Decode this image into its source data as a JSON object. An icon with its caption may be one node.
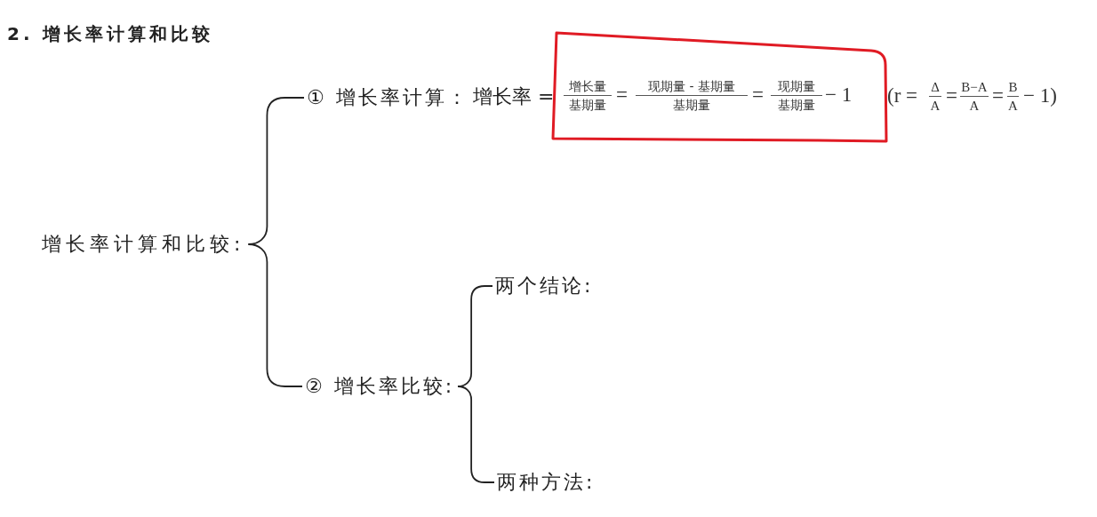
{
  "diagram": {
    "title": "2. 增长率计算和比较",
    "nodes": [
      {
        "text": [
          "增长率计算和比较:"
        ]
      },
      {
        "text": [
          "① 增长率计算："
        ]
      },
      {
        "text": [
          "增长量",
          "基期量",
          "=",
          "现期量 - 基期量",
          "基期量",
          "=",
          "现期量",
          "基期量",
          "− 1"
        ]
      },
      {
        "text": [
          "② 增长率比较:"
        ]
      },
      {
        "text": [
          "两个结论:"
        ]
      },
      {
        "text": [
          "两种方法:"
        ]
      }
    ],
    "edges": [
      {
        "from": 0,
        "to": 1,
        "arrow": "none"
      },
      {
        "from": 0,
        "to": 3,
        "arrow": "none"
      },
      {
        "from": 3,
        "to": 4,
        "arrow": "none"
      },
      {
        "from": 3,
        "to": 5,
        "arrow": "none"
      }
    ],
    "labels": [
      "增长率 =",
      "(r =",
      "Δ",
      "A",
      "=",
      "B−A",
      "A",
      "=",
      "B",
      "A",
      "− 1)"
    ]
  }
}
